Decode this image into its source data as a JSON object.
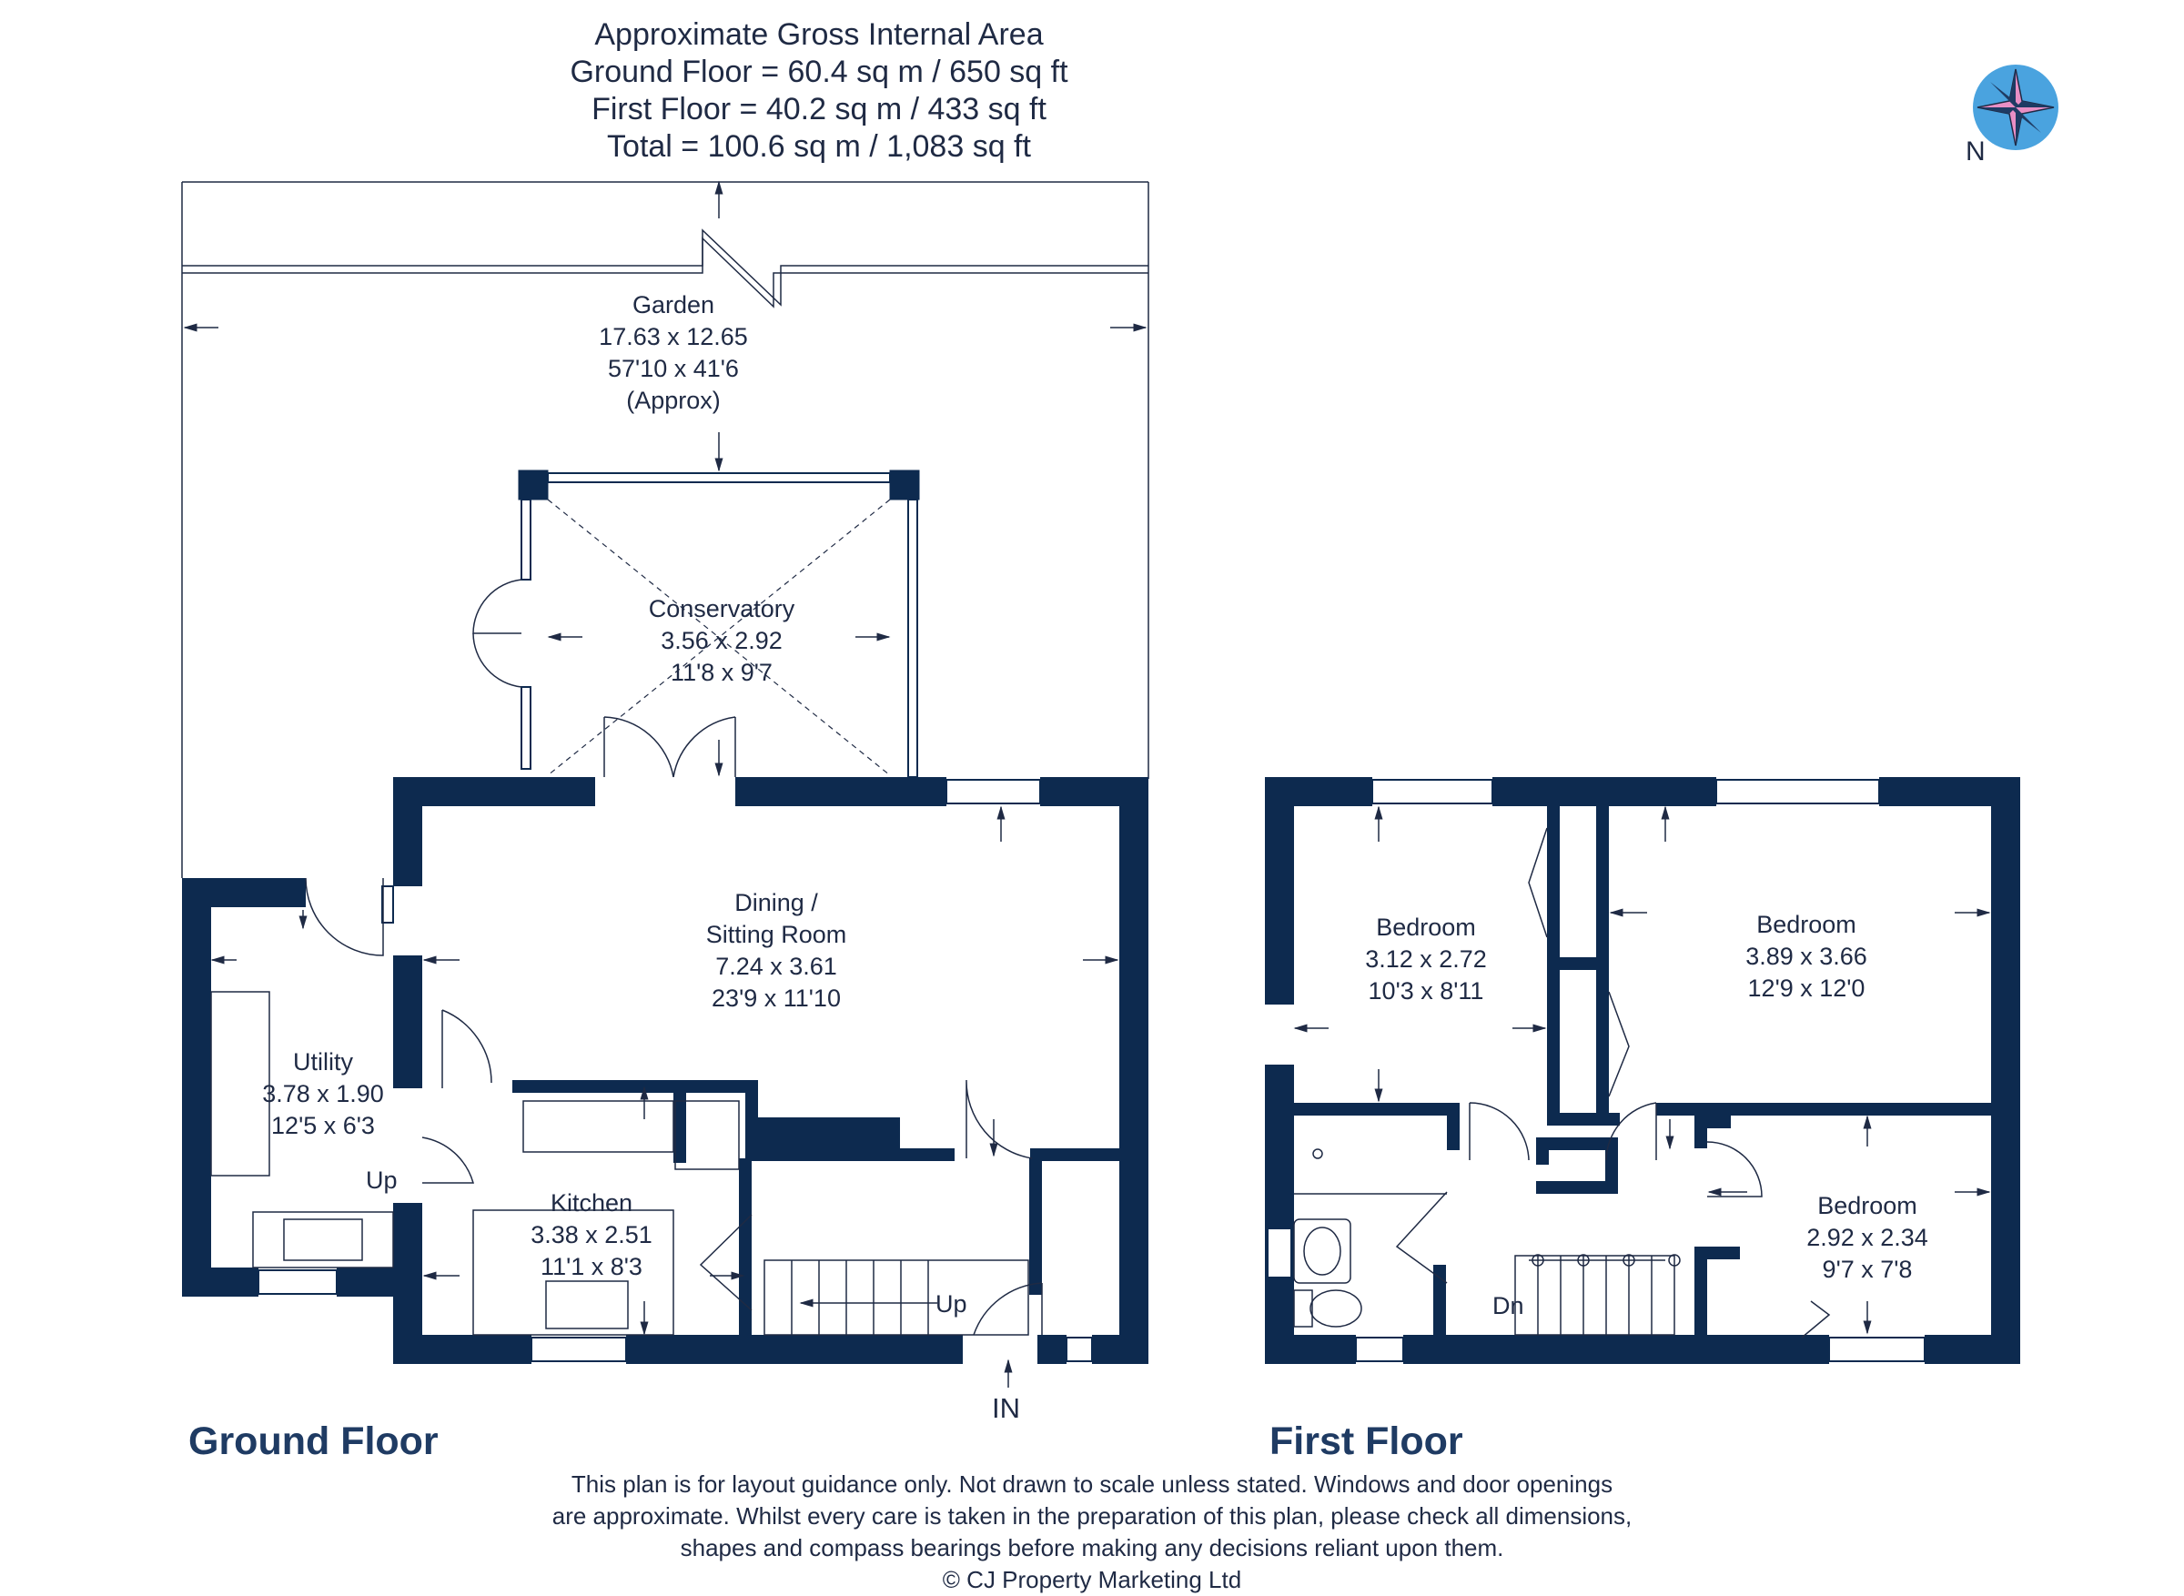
{
  "header": {
    "title": "Approximate Gross Internal Area",
    "ground_floor": "Ground Floor = 60.4 sq m / 650 sq ft",
    "first_floor": "First Floor = 40.2 sq m / 433 sq ft",
    "total": "Total = 100.6 sq m / 1,083 sq ft"
  },
  "compass": {
    "label": "N",
    "fill": "#4aa3df",
    "accent": "#e8a0c8"
  },
  "colors": {
    "wall": "#0d2a4f",
    "text": "#1f2a44",
    "title": "#1f3b63"
  },
  "ground_floor": {
    "title": "Ground Floor",
    "rooms": {
      "garden": {
        "name": "Garden",
        "metric": "17.63 x 12.65",
        "imperial": "57'10 x 41'6",
        "note": "(Approx)"
      },
      "conservatory": {
        "name": "Conservatory",
        "metric": "3.56 x 2.92",
        "imperial": "11'8 x 9'7"
      },
      "dining": {
        "name": "Dining /",
        "name2": "Sitting Room",
        "metric": "7.24 x 3.61",
        "imperial": "23'9 x 11'10"
      },
      "utility": {
        "name": "Utility",
        "metric": "3.78 x 1.90",
        "imperial": "12'5 x 6'3"
      },
      "kitchen": {
        "name": "Kitchen",
        "metric": "3.38 x 2.51",
        "imperial": "11'1 x 8'3"
      }
    },
    "labels": {
      "up_utility": "Up",
      "up_stairs": "Up",
      "entrance": "IN"
    }
  },
  "first_floor": {
    "title": "First Floor",
    "rooms": {
      "bedroom1": {
        "name": "Bedroom",
        "metric": "3.12 x 2.72",
        "imperial": "10'3 x 8'11"
      },
      "bedroom2": {
        "name": "Bedroom",
        "metric": "3.89 x 3.66",
        "imperial": "12'9 x 12'0"
      },
      "bedroom3": {
        "name": "Bedroom",
        "metric": "2.92 x 2.34",
        "imperial": "9'7 x 7'8"
      }
    },
    "labels": {
      "down": "Dn"
    }
  },
  "disclaimer": {
    "line1": "This plan is for layout guidance only. Not drawn to scale unless stated. Windows and door openings",
    "line2": "are approximate. Whilst every care is taken in the preparation of this plan, please check all dimensions,",
    "line3": "shapes and compass bearings before making any decisions reliant upon them.",
    "line4": "© CJ Property Marketing Ltd"
  }
}
